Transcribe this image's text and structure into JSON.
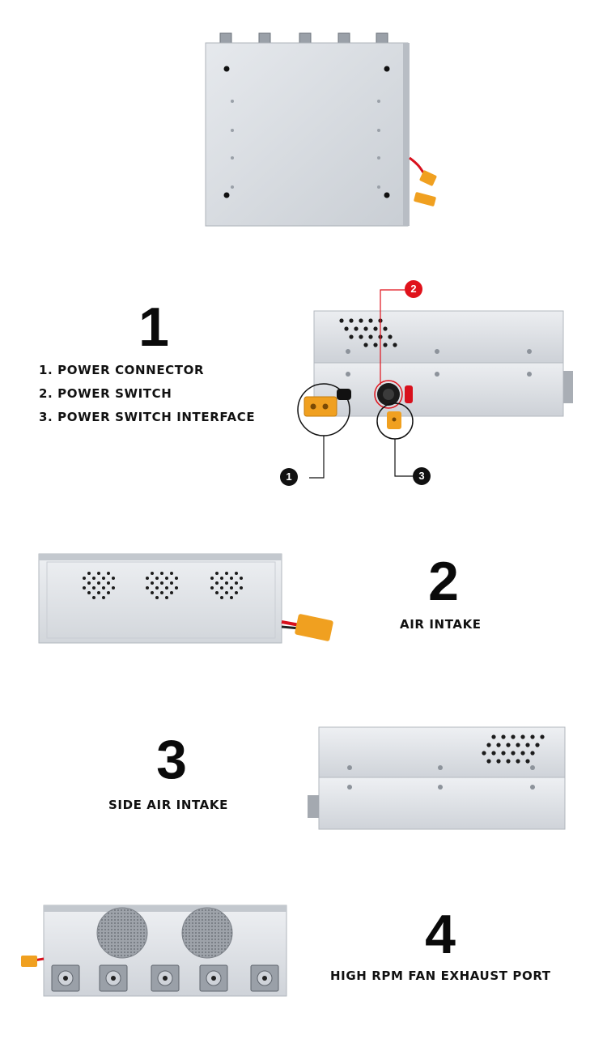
{
  "sections": [
    {
      "number": "1",
      "items": [
        "1. POWER CONNECTOR",
        "2. POWER SWITCH",
        "3. POWER SWITCH INTERFACE"
      ],
      "callouts": [
        "1",
        "2",
        "3"
      ]
    },
    {
      "number": "2",
      "caption": "AIR INTAKE"
    },
    {
      "number": "3",
      "caption": "SIDE AIR INTAKE"
    },
    {
      "number": "4",
      "caption": "HIGH RPM FAN EXHAUST PORT"
    }
  ],
  "colors": {
    "metal": "#d9dde2",
    "metal_dark": "#b9bec5",
    "connector": "#f0a020",
    "wire_red": "#d8101c",
    "callout_red": "#e0121b",
    "callout_black": "#111111"
  }
}
